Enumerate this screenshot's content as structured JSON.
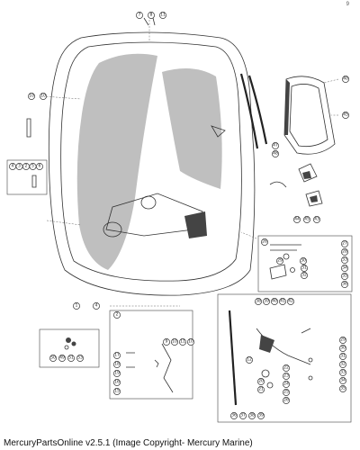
{
  "footer": {
    "caption": "MercuryPartsOnline v2.5.1 (Image Copyright- Mercury Marine)"
  },
  "corner_mark": "9",
  "callouts": {
    "top": [
      "7",
      "8",
      "11"
    ],
    "left_upper": [
      "10",
      "10"
    ],
    "small_box": [
      "4",
      "3",
      "2",
      "5",
      "6"
    ],
    "gasket": [
      "40",
      "45"
    ],
    "mid": [
      "47",
      "48"
    ],
    "bracket_group": [
      "44",
      "45",
      "43"
    ],
    "right_box": [
      "26",
      "27",
      "28",
      "29",
      "30",
      "31",
      "32",
      "33",
      "34",
      "35",
      "36"
    ],
    "bottom_left_row": [
      "1",
      "4"
    ],
    "latch_top": [
      "2"
    ],
    "latch_column": [
      "17",
      "18",
      "19",
      "16",
      "15"
    ],
    "latch_right": [
      "9",
      "10",
      "11",
      "10"
    ],
    "hw_box": [
      "50",
      "49",
      "51",
      "53"
    ],
    "lower_right_top": [
      "38",
      "39",
      "40",
      "41",
      "42"
    ],
    "lower_right_mid": [
      "12",
      "22",
      "23",
      "24",
      "20",
      "21",
      "25",
      "26"
    ],
    "lower_right_side": [
      "29",
      "30",
      "31",
      "32",
      "33",
      "34",
      "35"
    ],
    "lower_right_bottom": [
      "36",
      "37",
      "38",
      "39"
    ]
  }
}
